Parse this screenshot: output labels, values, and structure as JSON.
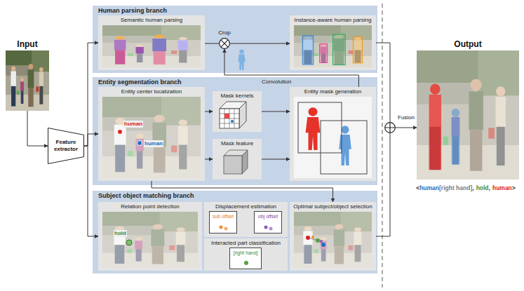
{
  "diagram": {
    "nodes": [
      {
        "text": [
          "Input"
        ]
      },
      {
        "text": [
          "Feature extractor"
        ]
      },
      {
        "text": [
          "Human parsing branch"
        ]
      },
      {
        "text": [
          "Semantic human parsing"
        ],
        "in": 2
      },
      {
        "text": [
          "Crop"
        ],
        "in": 2
      },
      {
        "text": [
          "Instance-aware human parsing"
        ],
        "in": 2
      },
      {
        "text": [
          "Entity segmentation branch"
        ]
      },
      {
        "text": [
          "Entity center localization",
          "human",
          "human"
        ],
        "in": 6
      },
      {
        "text": [
          "Mask kernels"
        ],
        "in": 6
      },
      {
        "text": [
          "Mask feature"
        ],
        "in": 6
      },
      {
        "text": [
          "Entity mask generation"
        ],
        "in": 6
      },
      {
        "text": [
          "Subject object matching branch"
        ]
      },
      {
        "text": [
          "Relation point detection",
          "hold"
        ],
        "in": 11
      },
      {
        "text": [
          "Displacement estimation"
        ],
        "in": 11
      },
      {
        "text": [
          "sub offset"
        ],
        "in": 13
      },
      {
        "text": [
          "obj offset"
        ],
        "in": 13
      },
      {
        "text": [
          "Interacted part classification"
        ],
        "in": 11
      },
      {
        "text": [
          "[right hand]"
        ],
        "in": 16
      },
      {
        "text": [
          "Optimal subject/object selection"
        ],
        "in": 11
      },
      {
        "text": [
          "Fusion"
        ]
      },
      {
        "text": [
          "Output"
        ]
      }
    ],
    "edges": [
      {
        "from": 0,
        "to": 1,
        "arrow": "to"
      },
      {
        "from": 1,
        "to": 3,
        "arrow": "to"
      },
      {
        "from": 1,
        "to": 7,
        "arrow": "to"
      },
      {
        "from": 1,
        "to": 12,
        "arrow": "to"
      },
      {
        "from": 3,
        "to": 4,
        "arrow": "none"
      },
      {
        "from": 4,
        "to": 5,
        "arrow": "to"
      },
      {
        "from": 10,
        "to": 4,
        "arrow": "to"
      },
      {
        "from": 7,
        "to": 8,
        "arrow": "to"
      },
      {
        "from": 7,
        "to": 9,
        "arrow": "to"
      },
      {
        "from": 8,
        "to": 10,
        "arrow": "to"
      },
      {
        "from": 9,
        "to": 10,
        "arrow": "to"
      },
      {
        "from": 7,
        "to": 18,
        "arrow": "to"
      },
      {
        "from": 5,
        "to": 19,
        "arrow": "none"
      },
      {
        "from": 18,
        "to": 19,
        "arrow": "none"
      },
      {
        "from": 19,
        "to": 20,
        "arrow": "to"
      }
    ],
    "labels": [
      "Convolution",
      "<",
      "human",
      "[right hand]",
      ",",
      "hold",
      ",",
      "human",
      ">"
    ]
  }
}
